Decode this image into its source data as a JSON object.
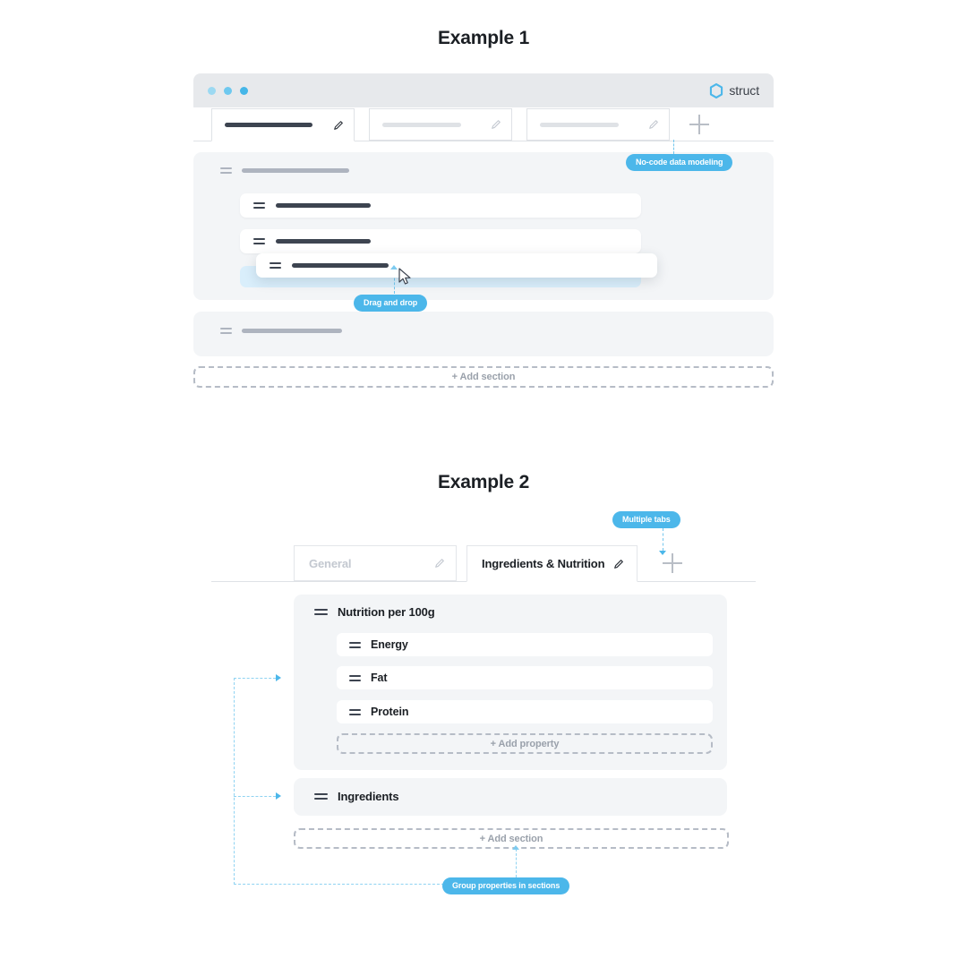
{
  "examples": [
    {
      "title": "Example 1",
      "brand": {
        "name": "struct",
        "logo_icon": "struct-hexagon-logo"
      },
      "window_dots": [
        "#9cd9f2",
        "#6ec8ef",
        "#45b6e8"
      ],
      "tabs": [
        {
          "label": "",
          "redacted": true,
          "active": true
        },
        {
          "label": "",
          "redacted": true,
          "active": false
        },
        {
          "label": "",
          "redacted": true,
          "active": false
        }
      ],
      "add_tab_label": "+",
      "sections": [
        {
          "title": "",
          "redacted": true,
          "properties": [
            {
              "label": "",
              "redacted": true
            },
            {
              "label": "",
              "redacted": true
            },
            {
              "label": "",
              "redacted": true,
              "dragging": true
            }
          ]
        },
        {
          "title": "",
          "redacted": true,
          "properties": []
        }
      ],
      "add_section_label": "+ Add section",
      "badges": [
        {
          "text": "No-code data modeling"
        },
        {
          "text": "Drag and drop"
        }
      ]
    },
    {
      "title": "Example 2",
      "tabs": [
        {
          "label": "General",
          "active": false
        },
        {
          "label": "Ingredients & Nutrition",
          "active": true
        }
      ],
      "add_tab_label": "+",
      "sections": [
        {
          "title": "Nutrition per 100g",
          "properties": [
            {
              "label": "Energy"
            },
            {
              "label": "Fat"
            },
            {
              "label": "Protein"
            }
          ],
          "add_property_label": "+ Add property"
        },
        {
          "title": "Ingredients",
          "properties": []
        }
      ],
      "add_section_label": "+ Add section",
      "badges": [
        {
          "text": "Multiple tabs"
        },
        {
          "text": "Group properties in sections"
        }
      ]
    }
  ],
  "colors": {
    "accent": "#4cb7ea",
    "accent_light": "#8fd3f2",
    "surface": "#f3f5f7",
    "dropzone": "#d9eefb",
    "text": "#1b1f24",
    "muted": "#9aa1ab"
  }
}
